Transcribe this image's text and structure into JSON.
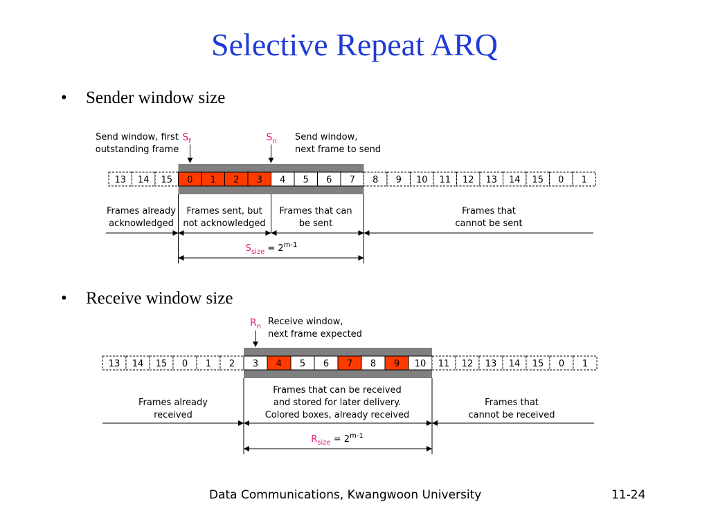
{
  "title": "Selective Repeat ARQ",
  "bullets": [
    "Sender window size",
    "Receive window size"
  ],
  "colors": {
    "title": "#1f3bd6",
    "highlight": "#ff3b00",
    "accent_text": "#e0197d",
    "window_bar": "#808080"
  },
  "sender": {
    "frames": [
      "13",
      "14",
      "15",
      "0",
      "1",
      "2",
      "3",
      "4",
      "5",
      "6",
      "7",
      "8",
      "9",
      "10",
      "11",
      "12",
      "13",
      "14",
      "15",
      "0",
      "1"
    ],
    "window_start_index": 3,
    "window_size": 8,
    "highlighted_indices": [
      3,
      4,
      5,
      6
    ],
    "sf_symbol": "S",
    "sf_sub": "f",
    "sf_label": [
      "Send window, first",
      "outstanding frame"
    ],
    "sn_symbol": "S",
    "sn_sub": "n",
    "sn_label": [
      "Send window,",
      "next frame to send"
    ],
    "regions": [
      [
        "Frames already",
        "acknowledged"
      ],
      [
        "Frames sent, but",
        "not acknowledged"
      ],
      [
        "Frames that can",
        "be sent"
      ],
      [
        "Frames that",
        "cannot be sent"
      ]
    ],
    "size_symbol": "S",
    "size_sub": "size",
    "size_eq": "= 2",
    "size_exp": "m-1"
  },
  "receiver": {
    "frames": [
      "13",
      "14",
      "15",
      "0",
      "1",
      "2",
      "3",
      "4",
      "5",
      "6",
      "7",
      "8",
      "9",
      "10",
      "11",
      "12",
      "13",
      "14",
      "15",
      "0",
      "1"
    ],
    "window_start_index": 6,
    "window_size": 8,
    "highlighted_indices": [
      7,
      10,
      12
    ],
    "rn_symbol": "R",
    "rn_sub": "n",
    "rn_label": [
      "Receive window,",
      "next frame expected"
    ],
    "regions": [
      [
        "Frames already",
        "received"
      ],
      [
        "Frames that can be received",
        "and stored for later delivery.",
        "Colored boxes, already received"
      ],
      [
        "Frames that",
        "cannot be received"
      ]
    ],
    "size_symbol": "R",
    "size_sub": "size",
    "size_eq": "= 2",
    "size_exp": "m-1"
  },
  "footer": {
    "text": "Data Communications, Kwangwoon University",
    "page": "11-24"
  }
}
